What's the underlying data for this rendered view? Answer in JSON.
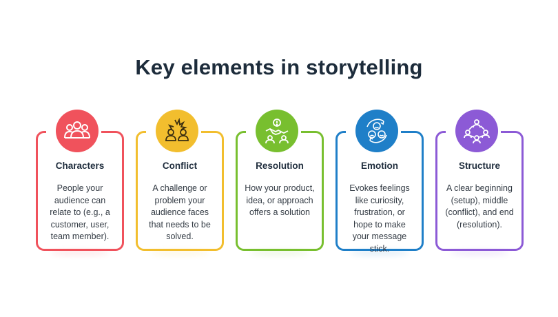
{
  "title": "Key elements in storytelling",
  "cards": [
    {
      "title": "Characters",
      "text": "People your audience can relate to (e.g., a customer, user, team member).",
      "color": "#f0525c",
      "icon": "people-group-icon"
    },
    {
      "title": "Conflict",
      "text": "A challenge or problem your audience faces that needs to be solved.",
      "color": "#f2be2e",
      "icon": "conflict-people-icon"
    },
    {
      "title": "Resolution",
      "text": "How your product, idea, or approach offers a solution",
      "color": "#78bf2f",
      "icon": "handshake-icon"
    },
    {
      "title": "Emotion",
      "text": "Evokes feelings like curiosity, frustration, or hope to make your message stick.",
      "color": "#1f7fc8",
      "icon": "emotion-faces-icon"
    },
    {
      "title": "Structure",
      "text": "A clear beginning (setup), middle (conflict), and end (resolution).",
      "color": "#8c5ad6",
      "icon": "network-structure-icon"
    }
  ]
}
